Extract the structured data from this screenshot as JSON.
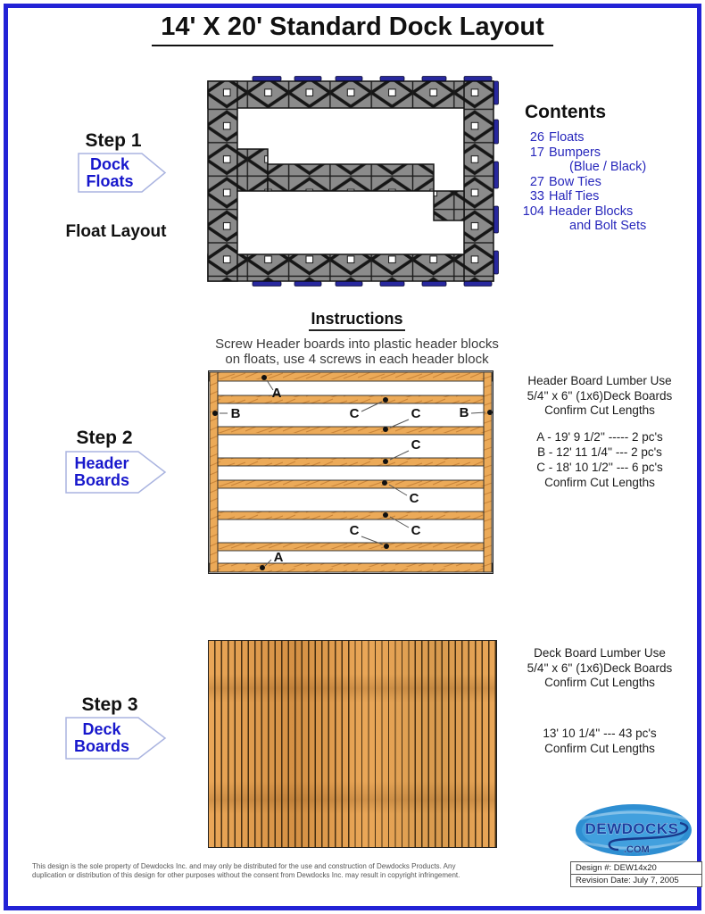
{
  "page": {
    "title": "14' X 20' Standard Dock Layout"
  },
  "steps": [
    {
      "label": "Step 1",
      "callout_line1": "Dock",
      "callout_line2": "Floats",
      "caption": "Float Layout"
    },
    {
      "label": "Step 2",
      "callout_line1": "Header",
      "callout_line2": "Boards"
    },
    {
      "label": "Step 3",
      "callout_line1": "Deck",
      "callout_line2": "Boards"
    }
  ],
  "contents": {
    "heading": "Contents",
    "items": [
      {
        "qty": "26",
        "name": "Floats"
      },
      {
        "qty": "17",
        "name": "Bumpers"
      },
      {
        "qty": "",
        "name": "(Blue / Black)"
      },
      {
        "qty": "27",
        "name": "Bow Ties"
      },
      {
        "qty": "33",
        "name": "Half Ties"
      },
      {
        "qty": "104",
        "name": "Header Blocks"
      },
      {
        "qty": "",
        "name": "and Bolt Sets"
      }
    ]
  },
  "instructions": {
    "heading": "Instructions",
    "lines": [
      "Screw Header boards into plastic header blocks",
      "on floats, use 4 screws in each header block"
    ]
  },
  "header_boards": {
    "lumber_heading": [
      "Header Board Lumber Use",
      "5/4'' x 6'' (1x6)Deck Boards",
      "Confirm Cut Lengths"
    ],
    "cuts": [
      "A - 19' 9 1/2'' ----- 2 pc's",
      "B - 12' 11 1/4'' --- 2 pc's",
      "C - 18' 10 1/2'' --- 6 pc's",
      "Confirm Cut Lengths"
    ],
    "diagram_labels": [
      "A",
      "B",
      "C",
      "C",
      "B",
      "C",
      "C",
      "C",
      "C",
      "A"
    ]
  },
  "deck_boards": {
    "plank_count": 43,
    "lumber_heading": [
      "Deck Board Lumber Use",
      "5/4'' x 6'' (1x6)Deck Boards",
      "Confirm Cut Lengths"
    ],
    "cuts": [
      "13' 10 1/4'' --- 43 pc's",
      "Confirm Cut Lengths"
    ]
  },
  "footer": {
    "disclaimer_line1": "This design is the sole property of Dewdocks Inc. and may only be distributed for the use and construction of Dewdocks Products. Any",
    "disclaimer_line2": "duplication or distribution of this design for other purposes without the consent from Dewdocks Inc. may result in copyright infringement.",
    "design_number": "Design #: DEW14x20",
    "revision_date": "Revision Date: July 7, 2005",
    "logo_text": "DEWDOCKS",
    "logo_sub": ".COM"
  },
  "colors": {
    "page_border_blue": "#2222d6",
    "content_text_blue": "#2828bc",
    "callout_text_blue": "#1717cc",
    "float_gray": "#8b8b8b",
    "bumper_navy": "#28289e",
    "wood_tan": "#ecaa58"
  }
}
